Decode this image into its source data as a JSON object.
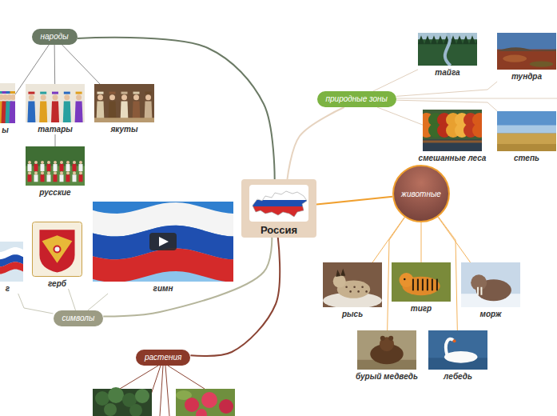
{
  "diagram": {
    "nodes": [
      {
        "text": [
          "народы"
        ]
      },
      {
        "text": [
          "ы"
        ]
      },
      {
        "text": [
          "татары"
        ]
      },
      {
        "text": [
          "якуты"
        ]
      },
      {
        "text": [
          "русские"
        ]
      },
      {
        "text": [
          "природные зоны"
        ]
      },
      {
        "text": [
          "тайга"
        ]
      },
      {
        "text": [
          "тундра"
        ]
      },
      {
        "text": [
          "смешанные леса"
        ]
      },
      {
        "text": [
          "степь"
        ]
      },
      {
        "text": [
          "Россия"
        ]
      },
      {
        "text": [
          "животные"
        ]
      },
      {
        "text": [
          "г"
        ]
      },
      {
        "text": [
          "герб"
        ]
      },
      {
        "text": [
          "гимн"
        ]
      },
      {
        "text": [
          "символы"
        ]
      },
      {
        "text": [
          "рысь"
        ]
      },
      {
        "text": [
          "тигр"
        ]
      },
      {
        "text": [
          "морж"
        ]
      },
      {
        "text": [
          "бурый медведь"
        ]
      },
      {
        "text": [
          "лебедь"
        ]
      },
      {
        "text": [
          "растения"
        ]
      }
    ],
    "edges": [
      {
        "from": 10,
        "to": 0,
        "arrow": "none"
      },
      {
        "from": 10,
        "to": 5,
        "arrow": "none"
      },
      {
        "from": 10,
        "to": 11,
        "arrow": "none"
      },
      {
        "from": 10,
        "to": 15,
        "arrow": "none"
      },
      {
        "from": 10,
        "to": 21,
        "arrow": "none"
      },
      {
        "from": 0,
        "to": 1,
        "arrow": "none"
      },
      {
        "from": 0,
        "to": 2,
        "arrow": "none"
      },
      {
        "from": 0,
        "to": 3,
        "arrow": "none"
      },
      {
        "from": 2,
        "to": 4,
        "arrow": "none"
      },
      {
        "from": 5,
        "to": 6,
        "arrow": "none"
      },
      {
        "from": 5,
        "to": 7,
        "arrow": "none"
      },
      {
        "from": 5,
        "to": 8,
        "arrow": "none"
      },
      {
        "from": 5,
        "to": 9,
        "arrow": "none"
      },
      {
        "from": 11,
        "to": 16,
        "arrow": "none"
      },
      {
        "from": 11,
        "to": 17,
        "arrow": "none"
      },
      {
        "from": 11,
        "to": 18,
        "arrow": "none"
      },
      {
        "from": 11,
        "to": 19,
        "arrow": "none"
      },
      {
        "from": 11,
        "to": 20,
        "arrow": "none"
      },
      {
        "from": 15,
        "to": 12,
        "arrow": "none"
      },
      {
        "from": 15,
        "to": 13,
        "arrow": "none"
      },
      {
        "from": 15,
        "to": 14,
        "arrow": "none"
      }
    ]
  }
}
